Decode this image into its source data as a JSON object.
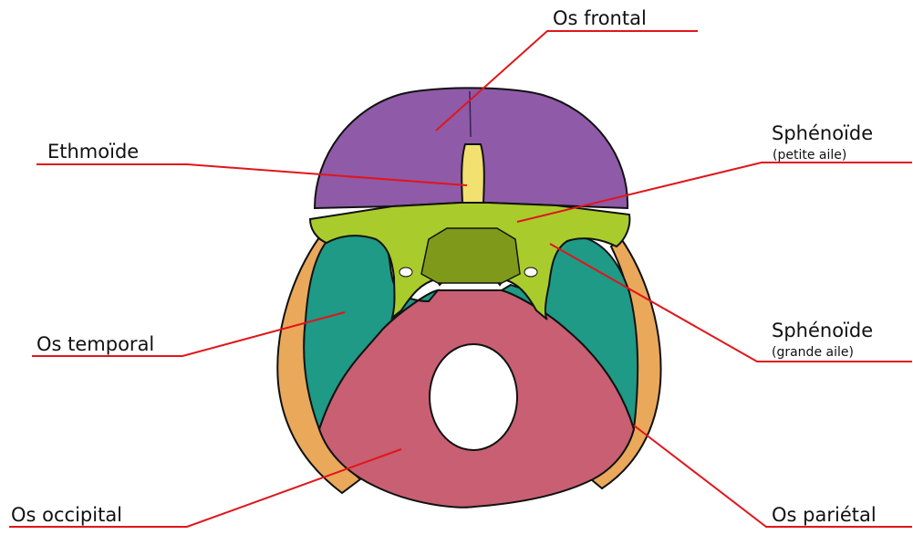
{
  "labels": {
    "frontal": "Os frontal",
    "ethmoide": "Ethmoïde",
    "sphenoide_petite": "Sphénoïde",
    "sphenoide_petite_sub": "(petite aile)",
    "temporal": "Os temporal",
    "sphenoide_grande": "Sphénoïde",
    "sphenoide_grande_sub": "(grande aile)",
    "occipital": "Os occipital",
    "parietal": "Os pariétal"
  },
  "colors": {
    "frontal": "#8f5aa8",
    "ethmoide": "#f2e070",
    "sphenoide_petite": "#a9cc2c",
    "sphenoide_body": "#7f9a1a",
    "temporal": "#1e9a86",
    "occipital": "#c85f72",
    "parietal": "#e9a85a",
    "leader": "#e0161b",
    "outline": "#111111"
  }
}
